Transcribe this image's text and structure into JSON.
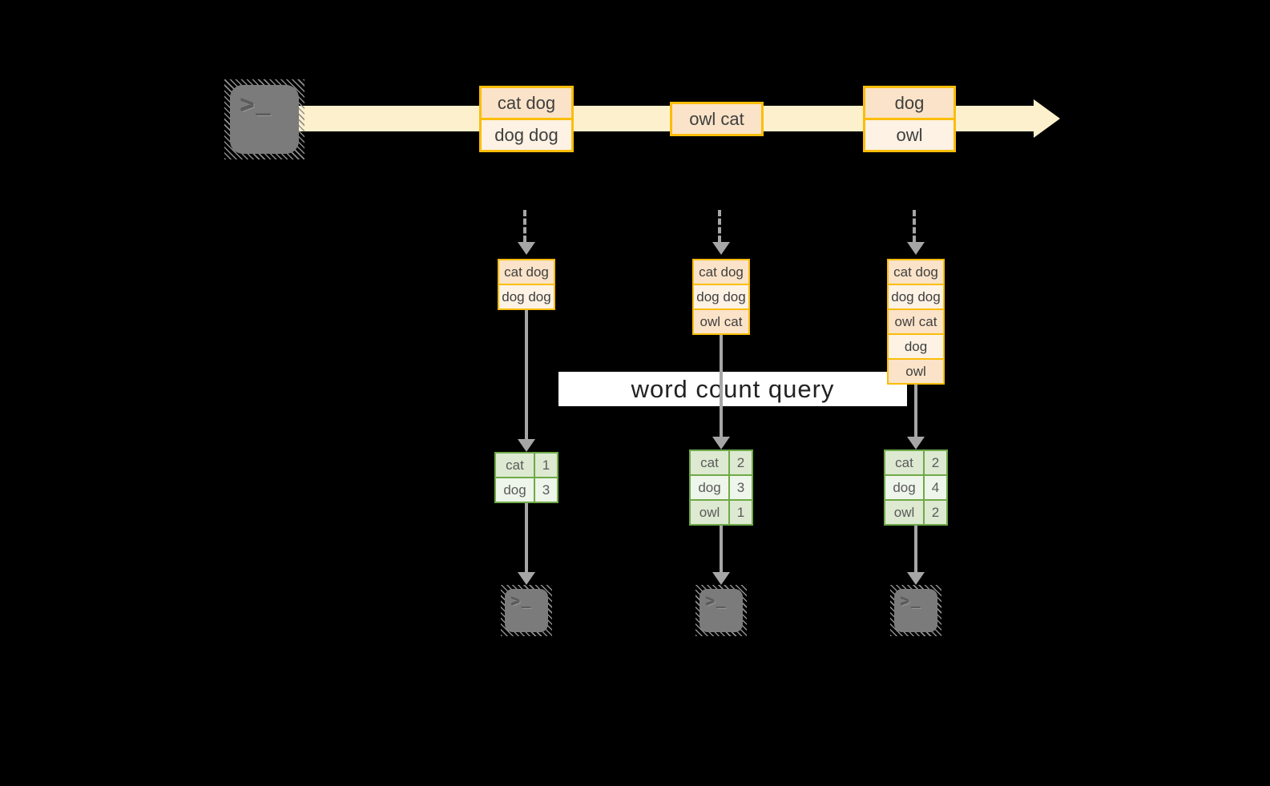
{
  "palette": {
    "background": "#000000",
    "stream_fill": "#fdf1cd",
    "message_border": "#fbbd0a",
    "message_fill_dark": "#fae3c8",
    "message_fill_light": "#fdf2e4",
    "table_border": "#6faa47",
    "table_fill_dark": "#dde9d1",
    "table_fill_light": "#eef5ea",
    "arrow_gray": "#a6a6a6",
    "terminal_gray": "#7b7b7b"
  },
  "query_label": "word count query",
  "producer": {
    "icon": "terminal-icon",
    "glyph": ">_"
  },
  "stream_messages": [
    {
      "lines": [
        "cat dog",
        "dog dog"
      ]
    },
    {
      "lines": [
        "owl cat"
      ]
    },
    {
      "lines": [
        "dog",
        "owl"
      ]
    }
  ],
  "pipelines": [
    {
      "buffer": [
        "cat dog",
        "dog dog"
      ],
      "counts": [
        {
          "word": "cat",
          "count": "1"
        },
        {
          "word": "dog",
          "count": "3"
        }
      ],
      "sink": {
        "icon": "terminal-icon",
        "glyph": ">_"
      }
    },
    {
      "buffer": [
        "cat dog",
        "dog dog",
        "owl cat"
      ],
      "counts": [
        {
          "word": "cat",
          "count": "2"
        },
        {
          "word": "dog",
          "count": "3"
        },
        {
          "word": "owl",
          "count": "1"
        }
      ],
      "sink": {
        "icon": "terminal-icon",
        "glyph": ">_"
      }
    },
    {
      "buffer": [
        "cat dog",
        "dog dog",
        "owl cat",
        "dog",
        "owl"
      ],
      "counts": [
        {
          "word": "cat",
          "count": "2"
        },
        {
          "word": "dog",
          "count": "4"
        },
        {
          "word": "owl",
          "count": "2"
        }
      ],
      "sink": {
        "icon": "terminal-icon",
        "glyph": ">_"
      }
    }
  ]
}
